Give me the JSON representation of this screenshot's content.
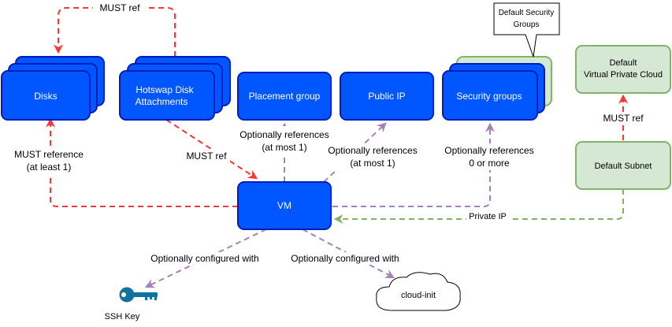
{
  "nodes": {
    "disks": "Disks",
    "hotswap_line1": "Hotswap Disk",
    "hotswap_line2": "Attachments",
    "placement_group": "Placement group",
    "public_ip": "Public IP",
    "security_groups": "Security groups",
    "vm": "VM",
    "default_vpc_line1": "Default",
    "default_vpc_line2": "Virtual Private Cloud",
    "default_subnet": "Default Subnet",
    "cloud_init": "cloud-init",
    "ssh_key": "SSH Key"
  },
  "callout": {
    "line1": "Default Security",
    "line2": "Groups"
  },
  "edges": {
    "hotswap_to_disks": "MUST ref",
    "vm_to_disks_line1": "MUST reference",
    "vm_to_disks_line2": "(at least 1)",
    "hotswap_to_vm": "MUST ref",
    "vm_to_placement_line1": "Optionally references",
    "vm_to_placement_line2": "(at most 1)",
    "vm_to_publicip_line1": "Optionally references",
    "vm_to_publicip_line2": "(at most 1)",
    "vm_to_security_line1": "Optionally references",
    "vm_to_security_line2": "0 or more",
    "subnet_to_vpc": "MUST ref",
    "subnet_to_vm": "Private IP",
    "vm_to_ssh": "Optionally configured with",
    "vm_to_cloudinit": "Optionally configured with"
  },
  "colors": {
    "blue_fill": "#0057FF",
    "blue_stroke": "#001DBC",
    "green_fill": "#D5E8D4",
    "green_stroke": "#82B366",
    "red_edge": "#FF3333",
    "purple_edge": "#A680B8",
    "green_edge": "#82B366",
    "key_color": "#10739E"
  }
}
